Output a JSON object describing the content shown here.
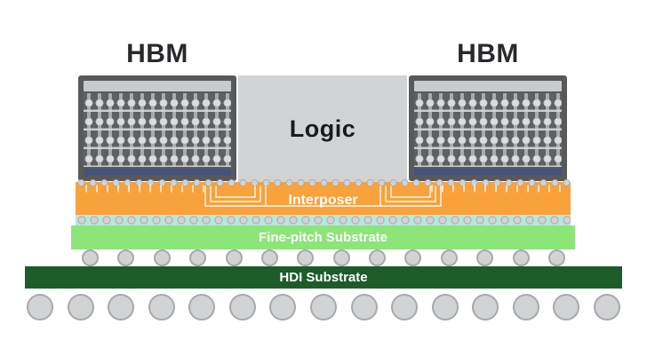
{
  "labels": {
    "hbm": "HBM",
    "logic": "Logic",
    "interposer": "Interposer",
    "fine_pitch": "Fine-pitch Substrate",
    "hdi": "HDI Substrate"
  },
  "colors": {
    "orange": "#F9A13A",
    "cyan": "#B9E7DF",
    "light_green": "#8DE57A",
    "dark_green": "#1D5C28",
    "frame_gray": "#58595B",
    "die_gray": "#D1D3D4",
    "navy": "#46527D",
    "ball": "#D1D3D4",
    "ball_border": "#A7A9AC"
  },
  "balls": {
    "mid_count": 14,
    "bottom_count": 15
  }
}
